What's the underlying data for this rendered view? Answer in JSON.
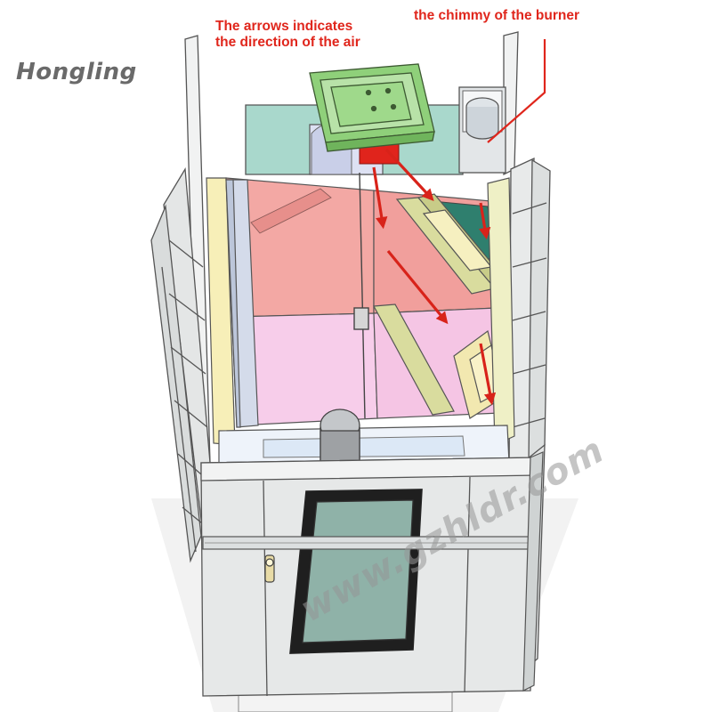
{
  "brand": {
    "text": "Hongling"
  },
  "annotations": {
    "air_line1": "The arrows indicates",
    "air_line2": "the direction of the air",
    "chimney": "the chimmy of the burner"
  },
  "watermark": {
    "text": "www.gzhldr.com"
  },
  "colors": {
    "annotation": "#e0261c",
    "arrow": "#d8231a",
    "burner_frame": "#8fd07a",
    "upper_floor": "#f3a8a4",
    "lower_floor": "#f7cdea",
    "teal_panel": "#a9d8cc",
    "door_window": "#8fb2a8",
    "steel": "#e6e8e8"
  },
  "icons": [
    "burner-unit",
    "chimney",
    "airflow-arrow",
    "fan-dome",
    "door-handle",
    "observation-window"
  ]
}
